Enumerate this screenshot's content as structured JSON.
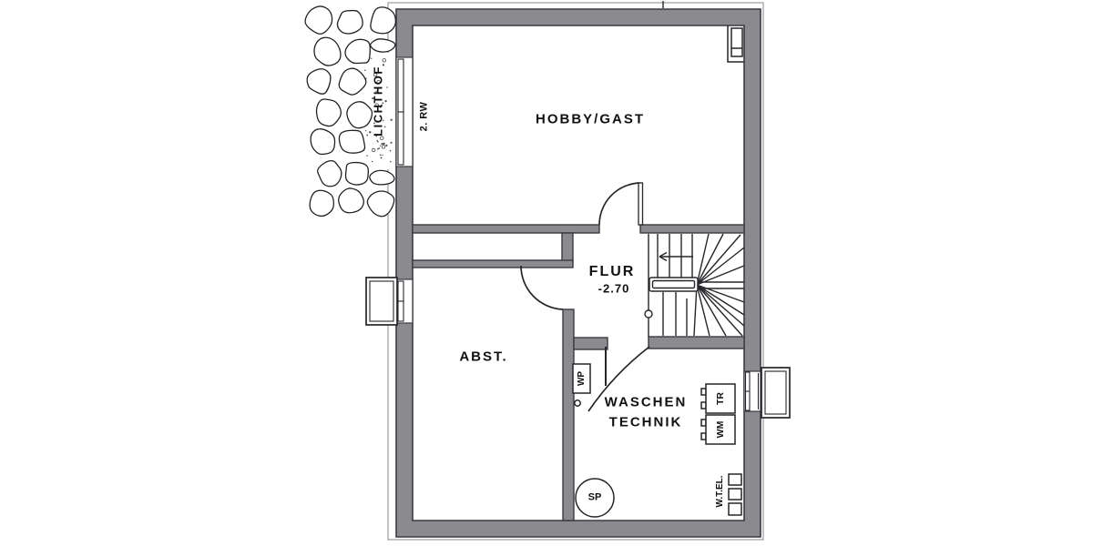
{
  "plan": {
    "title_hint": "basement floor plan",
    "rooms": [
      {
        "id": "hobby",
        "label": "HOBBY/GAST"
      },
      {
        "id": "flur",
        "label": "FLUR",
        "level": "-2.70"
      },
      {
        "id": "abst",
        "label": "ABST."
      },
      {
        "id": "waschen",
        "line1": "WASCHEN",
        "line2": "TECHNIK"
      }
    ],
    "outside": {
      "lightwell": "LICHTHOF",
      "escape": "2. RW"
    },
    "fixtures": {
      "wp": "WP",
      "tr": "TR",
      "wm": "WM",
      "sp": "SP",
      "wtel": "W.T.EL."
    },
    "colors": {
      "wall_fill": "#8b8b8f",
      "wall_stroke": "#3b3b40",
      "line": "#26262a",
      "offset_line": "#9b9b9b",
      "text": "#111111",
      "background": "#ffffff"
    }
  }
}
